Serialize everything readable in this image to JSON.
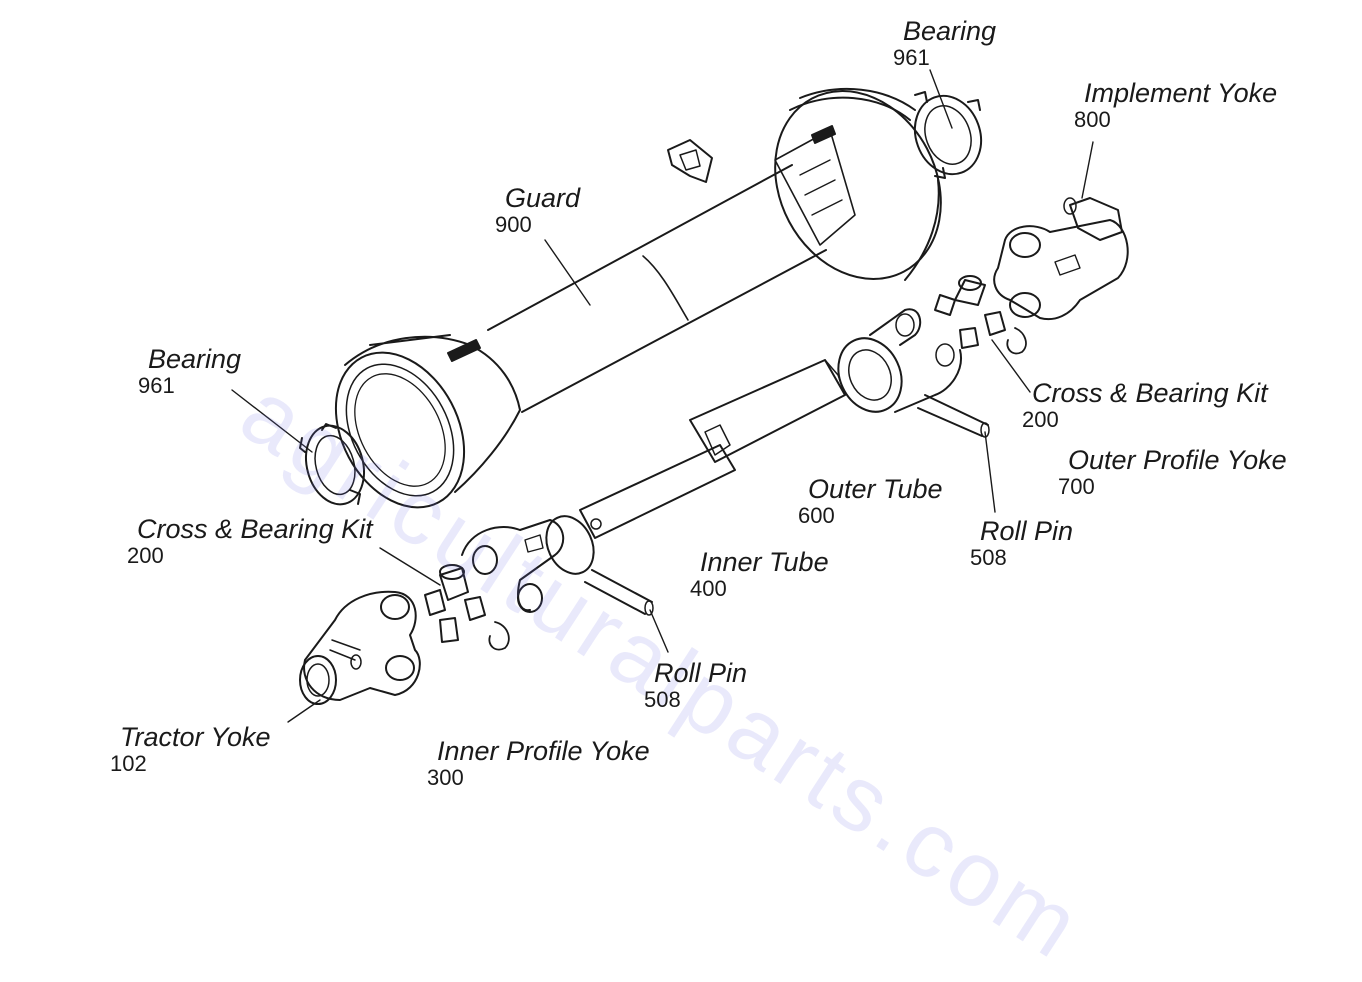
{
  "watermark": "agriculturalparts.com",
  "parts": [
    {
      "key": "bearing_top",
      "name": "Bearing",
      "number": "961"
    },
    {
      "key": "implement_yoke",
      "name": "Implement Yoke",
      "number": "800"
    },
    {
      "key": "guard",
      "name": "Guard",
      "number": "900"
    },
    {
      "key": "bearing_left",
      "name": "Bearing",
      "number": "961"
    },
    {
      "key": "cross_bearing_right",
      "name": "Cross & Bearing Kit",
      "number": "200"
    },
    {
      "key": "outer_profile_yoke",
      "name": "Outer Profile Yoke",
      "number": "700"
    },
    {
      "key": "outer_tube",
      "name": "Outer Tube",
      "number": "600"
    },
    {
      "key": "roll_pin_right",
      "name": "Roll Pin",
      "number": "508"
    },
    {
      "key": "cross_bearing_left",
      "name": "Cross & Bearing Kit",
      "number": "200"
    },
    {
      "key": "inner_tube",
      "name": "Inner Tube",
      "number": "400"
    },
    {
      "key": "roll_pin_left",
      "name": "Roll Pin",
      "number": "508"
    },
    {
      "key": "tractor_yoke",
      "name": "Tractor Yoke",
      "number": "102"
    },
    {
      "key": "inner_profile_yoke",
      "name": "Inner Profile Yoke",
      "number": "300"
    }
  ]
}
